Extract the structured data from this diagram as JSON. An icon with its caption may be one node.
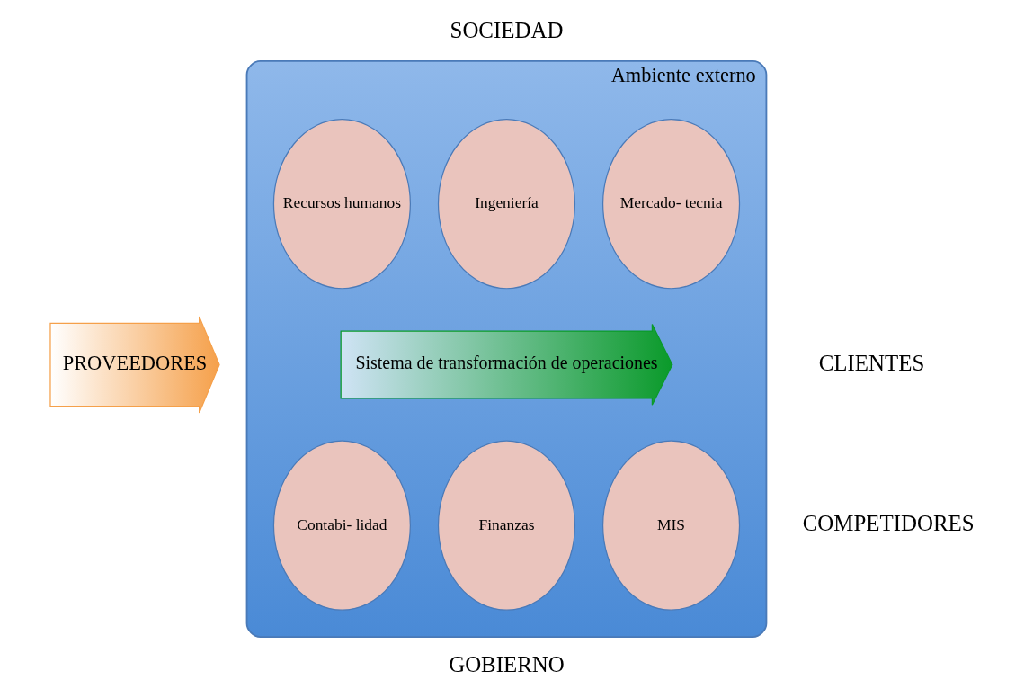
{
  "diagram": {
    "nodes": [
      {
        "text": [],
        "shape": "cloud",
        "beside": [
          "Ambiente externo"
        ]
      },
      {
        "text": [
          "Recursos humanos"
        ],
        "in": 0
      },
      {
        "text": [
          "Ingeniería"
        ],
        "in": 0
      },
      {
        "text": [
          "Mercado- tecnia"
        ],
        "in": 0
      },
      {
        "text": [
          "PROVEEDORES"
        ]
      },
      {
        "text": [
          "Sistema de transformación de operaciones"
        ],
        "in": 0
      },
      {
        "text": [
          "Contabi- lidad"
        ],
        "in": 0
      },
      {
        "text": [
          "Finanzas"
        ],
        "in": 0
      },
      {
        "text": [
          "MIS"
        ],
        "in": 0
      }
    ],
    "labels": [
      "SOCIEDAD",
      "CLIENTES",
      "COMPETIDORES",
      "GOBIERNO"
    ]
  }
}
